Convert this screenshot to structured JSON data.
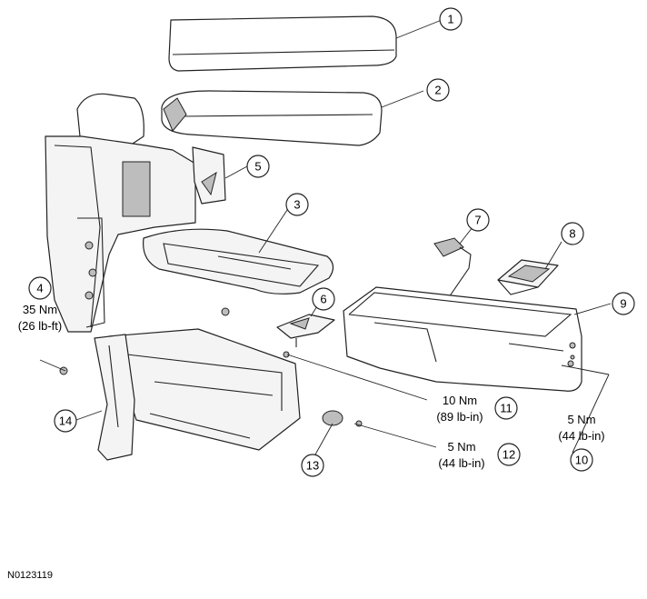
{
  "figure_id": "N0123119",
  "callouts": [
    {
      "number": "1"
    },
    {
      "number": "2"
    },
    {
      "number": "3"
    },
    {
      "number": "4",
      "torque_nm": "35 Nm",
      "torque_alt": "(26 lb-ft)"
    },
    {
      "number": "5"
    },
    {
      "number": "6"
    },
    {
      "number": "7"
    },
    {
      "number": "8"
    },
    {
      "number": "9"
    },
    {
      "number": "10",
      "torque_nm": "5 Nm",
      "torque_alt": "(44 lb-in)"
    },
    {
      "number": "11",
      "torque_nm": "10 Nm",
      "torque_alt": "(89 lb-in)"
    },
    {
      "number": "12",
      "torque_nm": "5 Nm",
      "torque_alt": "(44 lb-in)"
    },
    {
      "number": "13"
    },
    {
      "number": "14"
    }
  ]
}
